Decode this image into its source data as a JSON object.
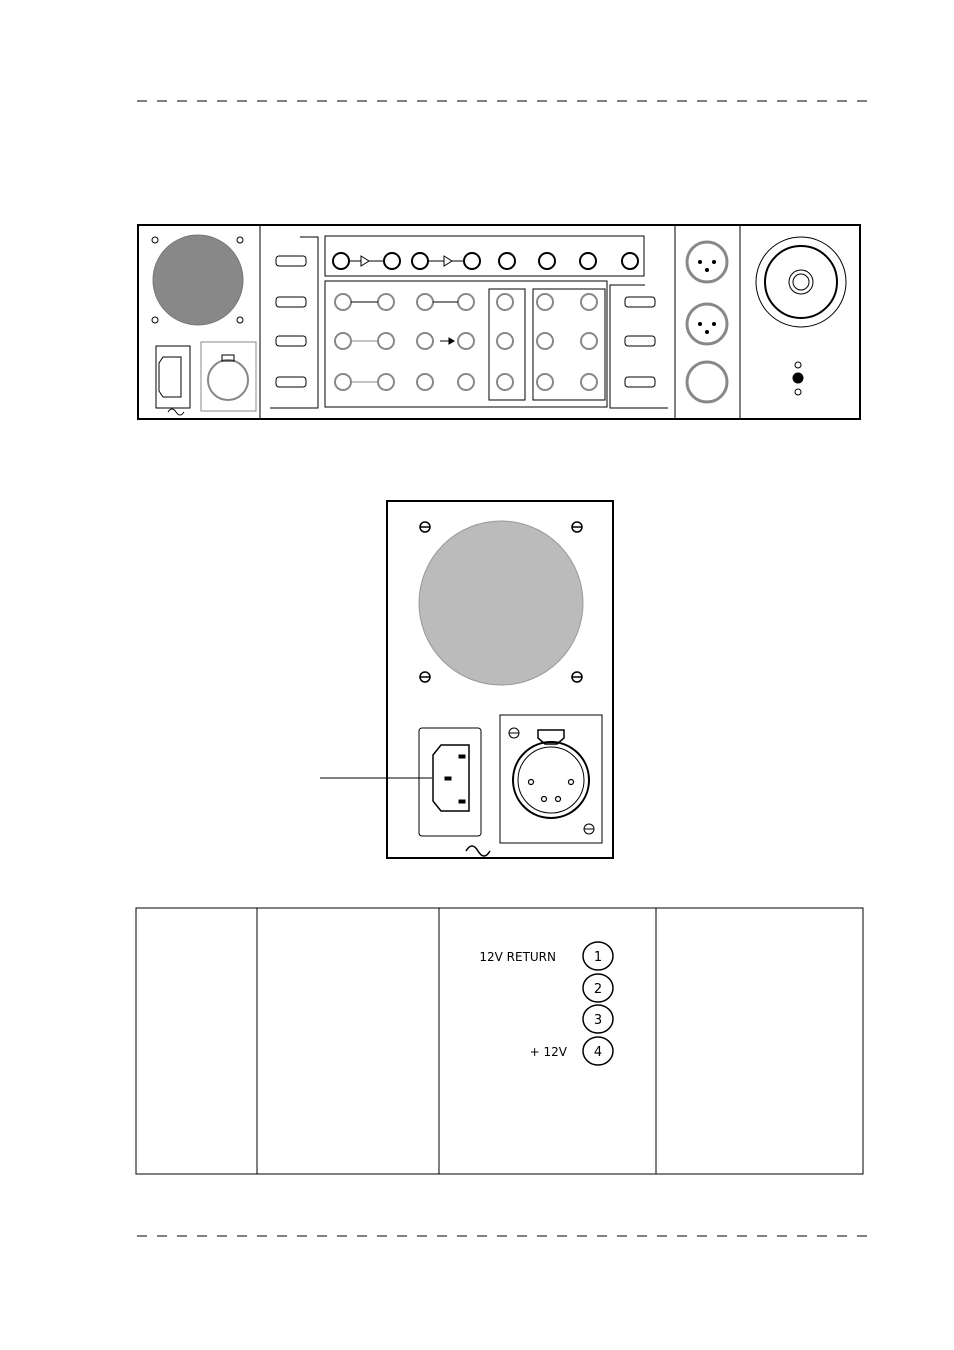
{
  "pinout": {
    "pins": [
      {
        "number": "1",
        "label": "12V RETURN"
      },
      {
        "number": "2",
        "label": ""
      },
      {
        "number": "3",
        "label": ""
      },
      {
        "number": "4",
        "label": "+ 12V"
      }
    ]
  },
  "colors": {
    "fan_top": "#888888",
    "fan_detail": "#bbbbbb",
    "line": "#000000",
    "connector_ring": "#888888"
  }
}
